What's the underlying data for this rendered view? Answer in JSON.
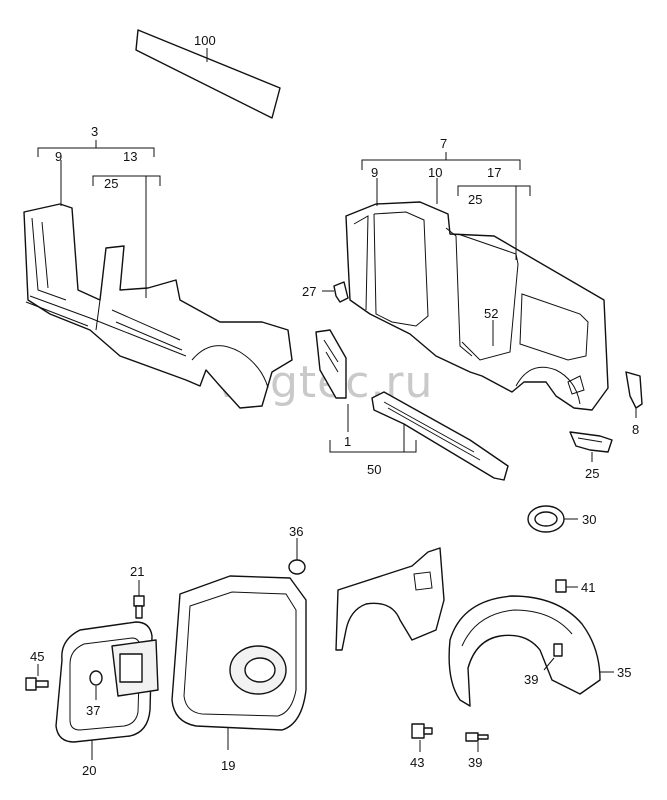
{
  "watermark": "vagtec.ru",
  "callouts": {
    "c100": "100",
    "c3": "3",
    "c9_left": "9",
    "c13": "13",
    "c25_left": "25",
    "c7": "7",
    "c9_right": "9",
    "c10": "10",
    "c17": "17",
    "c25_right": "25",
    "c27": "27",
    "c52": "52",
    "c8": "8",
    "c1": "1",
    "c50": "50",
    "c25_bottom": "25",
    "c30": "30",
    "c36": "36",
    "c21": "21",
    "c45": "45",
    "c37": "37",
    "c20": "20",
    "c19": "19",
    "c41": "41",
    "c35": "35",
    "c39_upper": "39",
    "c43": "43",
    "c39_lower": "39"
  }
}
